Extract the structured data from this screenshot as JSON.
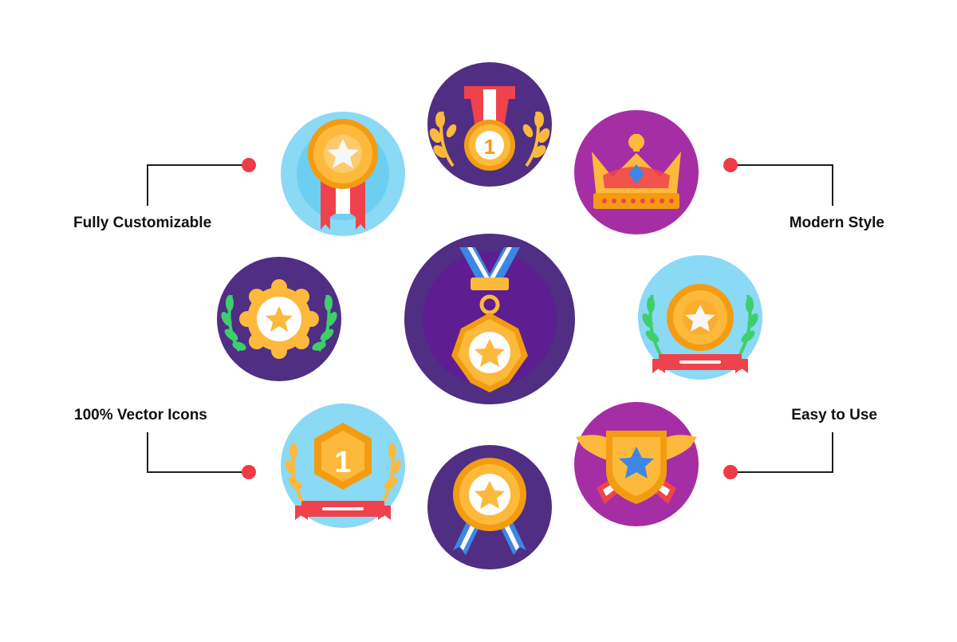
{
  "features": {
    "top_left": "Fully Customizable",
    "top_right": "Modern Style",
    "bottom_left": "100% Vector Icons",
    "bottom_right": "Easy to Use"
  },
  "icons": [
    {
      "name": "ribbon-star-medal-icon"
    },
    {
      "name": "number-one-laurel-medal-icon"
    },
    {
      "name": "crown-icon"
    },
    {
      "name": "star-rosette-laurel-icon"
    },
    {
      "name": "hexagon-star-medal-icon"
    },
    {
      "name": "trophy-coin-banner-icon"
    },
    {
      "name": "number-one-hexagon-badge-icon"
    },
    {
      "name": "star-medal-blue-ribbon-icon"
    },
    {
      "name": "winged-shield-star-icon"
    }
  ],
  "badge_numbers": {
    "top_medal": "1",
    "hexagon_badge": "1"
  },
  "colors": {
    "dark_purple": "#4f2e83",
    "inner_purple": "#5e1d91",
    "magenta": "#a62ea4",
    "light_blue": "#8ad9f5",
    "gold": "#fcb93c",
    "gold_dark": "#f39c12",
    "red": "#f0424d",
    "blue": "#3d86e6",
    "green": "#3ccf6b",
    "connector_dot": "#ef3b46",
    "text": "#111111"
  }
}
